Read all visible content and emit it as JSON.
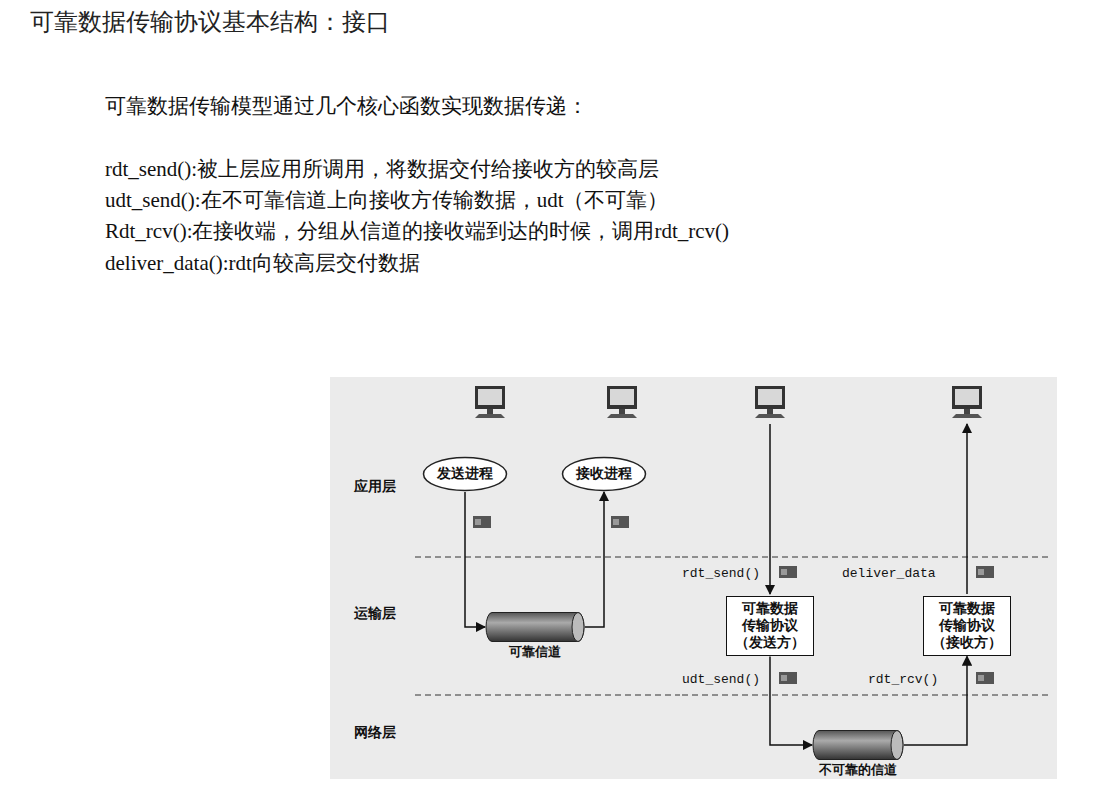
{
  "diagram": {
    "title": "可靠数据传输协议基本结构：接口",
    "nodes": [
      {
        "text": [
          "发送进程"
        ]
      },
      {
        "text": [
          "接收进程"
        ]
      },
      {
        "text": [
          "可靠信道"
        ]
      },
      {
        "text": [
          "可靠数据 传输协议 （发送方）"
        ]
      },
      {
        "text": [
          "可靠数据 传输协议 （接收方）"
        ]
      },
      {
        "text": [
          "不可靠的信道"
        ]
      }
    ],
    "edges": [
      {
        "from": 0,
        "to": 2,
        "arrow": "to"
      },
      {
        "from": 2,
        "to": 1,
        "arrow": "to"
      },
      {
        "from": 3,
        "to": 5,
        "arrow": "to"
      },
      {
        "from": 5,
        "to": 4,
        "arrow": "to"
      }
    ],
    "labels": [
      "可靠数据传输模型通过几个核心函数实现数据传递：",
      "rdt_send():被上层应用所调用，将数据交付给接收方的较高层",
      "udt_send():在不可靠信道上向接收方传输数据，udt（不可靠）",
      "Rdt_rcv():在接收端，分组从信道的接收端到达的时候，调用rdt_rcv()",
      "deliver_data():rdt向较高层交付数据",
      "应用层",
      "运输层",
      "网络层",
      "rdt_send()",
      "deliver_data",
      "udt_send()",
      "rdt_rcv()"
    ]
  }
}
